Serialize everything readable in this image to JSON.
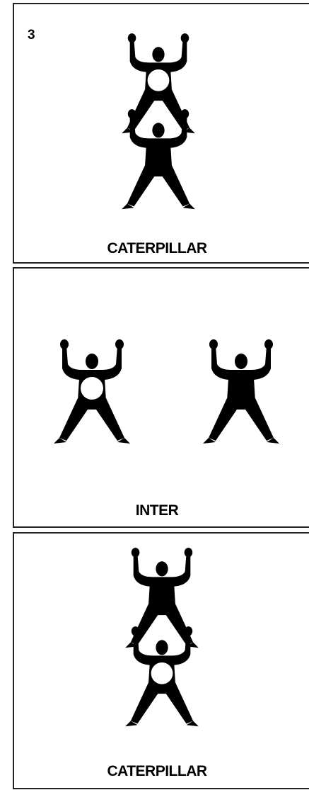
{
  "frames": [
    {
      "number": "3",
      "label": "CATERPILLAR"
    },
    {
      "number": "",
      "label": "INTER"
    },
    {
      "number": "",
      "label": "CATERPILLAR"
    }
  ]
}
